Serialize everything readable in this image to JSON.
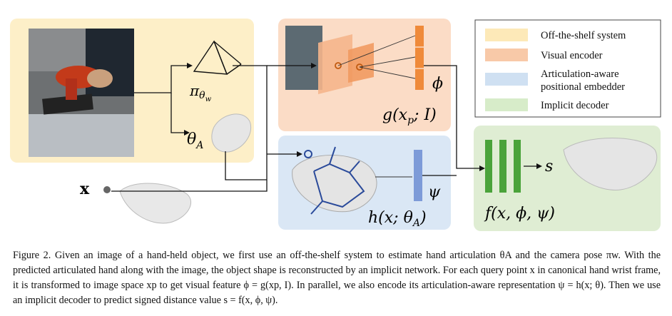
{
  "legend": {
    "items": [
      {
        "label": "Off-the-shelf system",
        "color": "#fde9b8"
      },
      {
        "label": "Visual encoder",
        "color": "#f8c9a8"
      },
      {
        "label": "Articulation-aware",
        "label2": "positional embedder",
        "color": "#cfe0f2"
      },
      {
        "label": "Implicit decoder",
        "color": "#d7ecc9"
      }
    ]
  },
  "colors": {
    "offshelf_bg": "#fdefc8",
    "visual_bg": "#fbdcc6",
    "articulation_bg": "#dae7f5",
    "decoder_bg": "#dfedd3",
    "orange_bar": "#ef8a3a",
    "blue_bar": "#7d9bd8",
    "green_bar": "#4aa33a"
  },
  "labels": {
    "pi_theta_w": "π",
    "pi_sub": "θ",
    "pi_subsub": "w",
    "theta_A": "θ",
    "theta_A_sub": "A",
    "phi": "ϕ",
    "psi": "ψ",
    "g_func": "g(x",
    "g_sub": "p",
    "g_rest": "; I)",
    "h_func": "h(x; θ",
    "h_sub": "A",
    "h_rest": ")",
    "f_func": "f(x, ϕ, ψ)",
    "s": "s",
    "x": "x"
  },
  "caption": {
    "text": "Figure 2. Given an image of a hand-held object, we first use an off-the-shelf system to estimate hand articulation θA and the camera pose πw. With the predicted articulated hand along with the image, the object shape is reconstructed by an implicit network. For each query point x in canonical hand wrist frame, it is transformed to image space xp to get visual feature ϕ = g(xp, I). In parallel, we also encode its articulation-aware representation ψ = h(x; θ). Then we use an implicit decoder to predict signed distance value s = f(x, ϕ, ψ)."
  }
}
